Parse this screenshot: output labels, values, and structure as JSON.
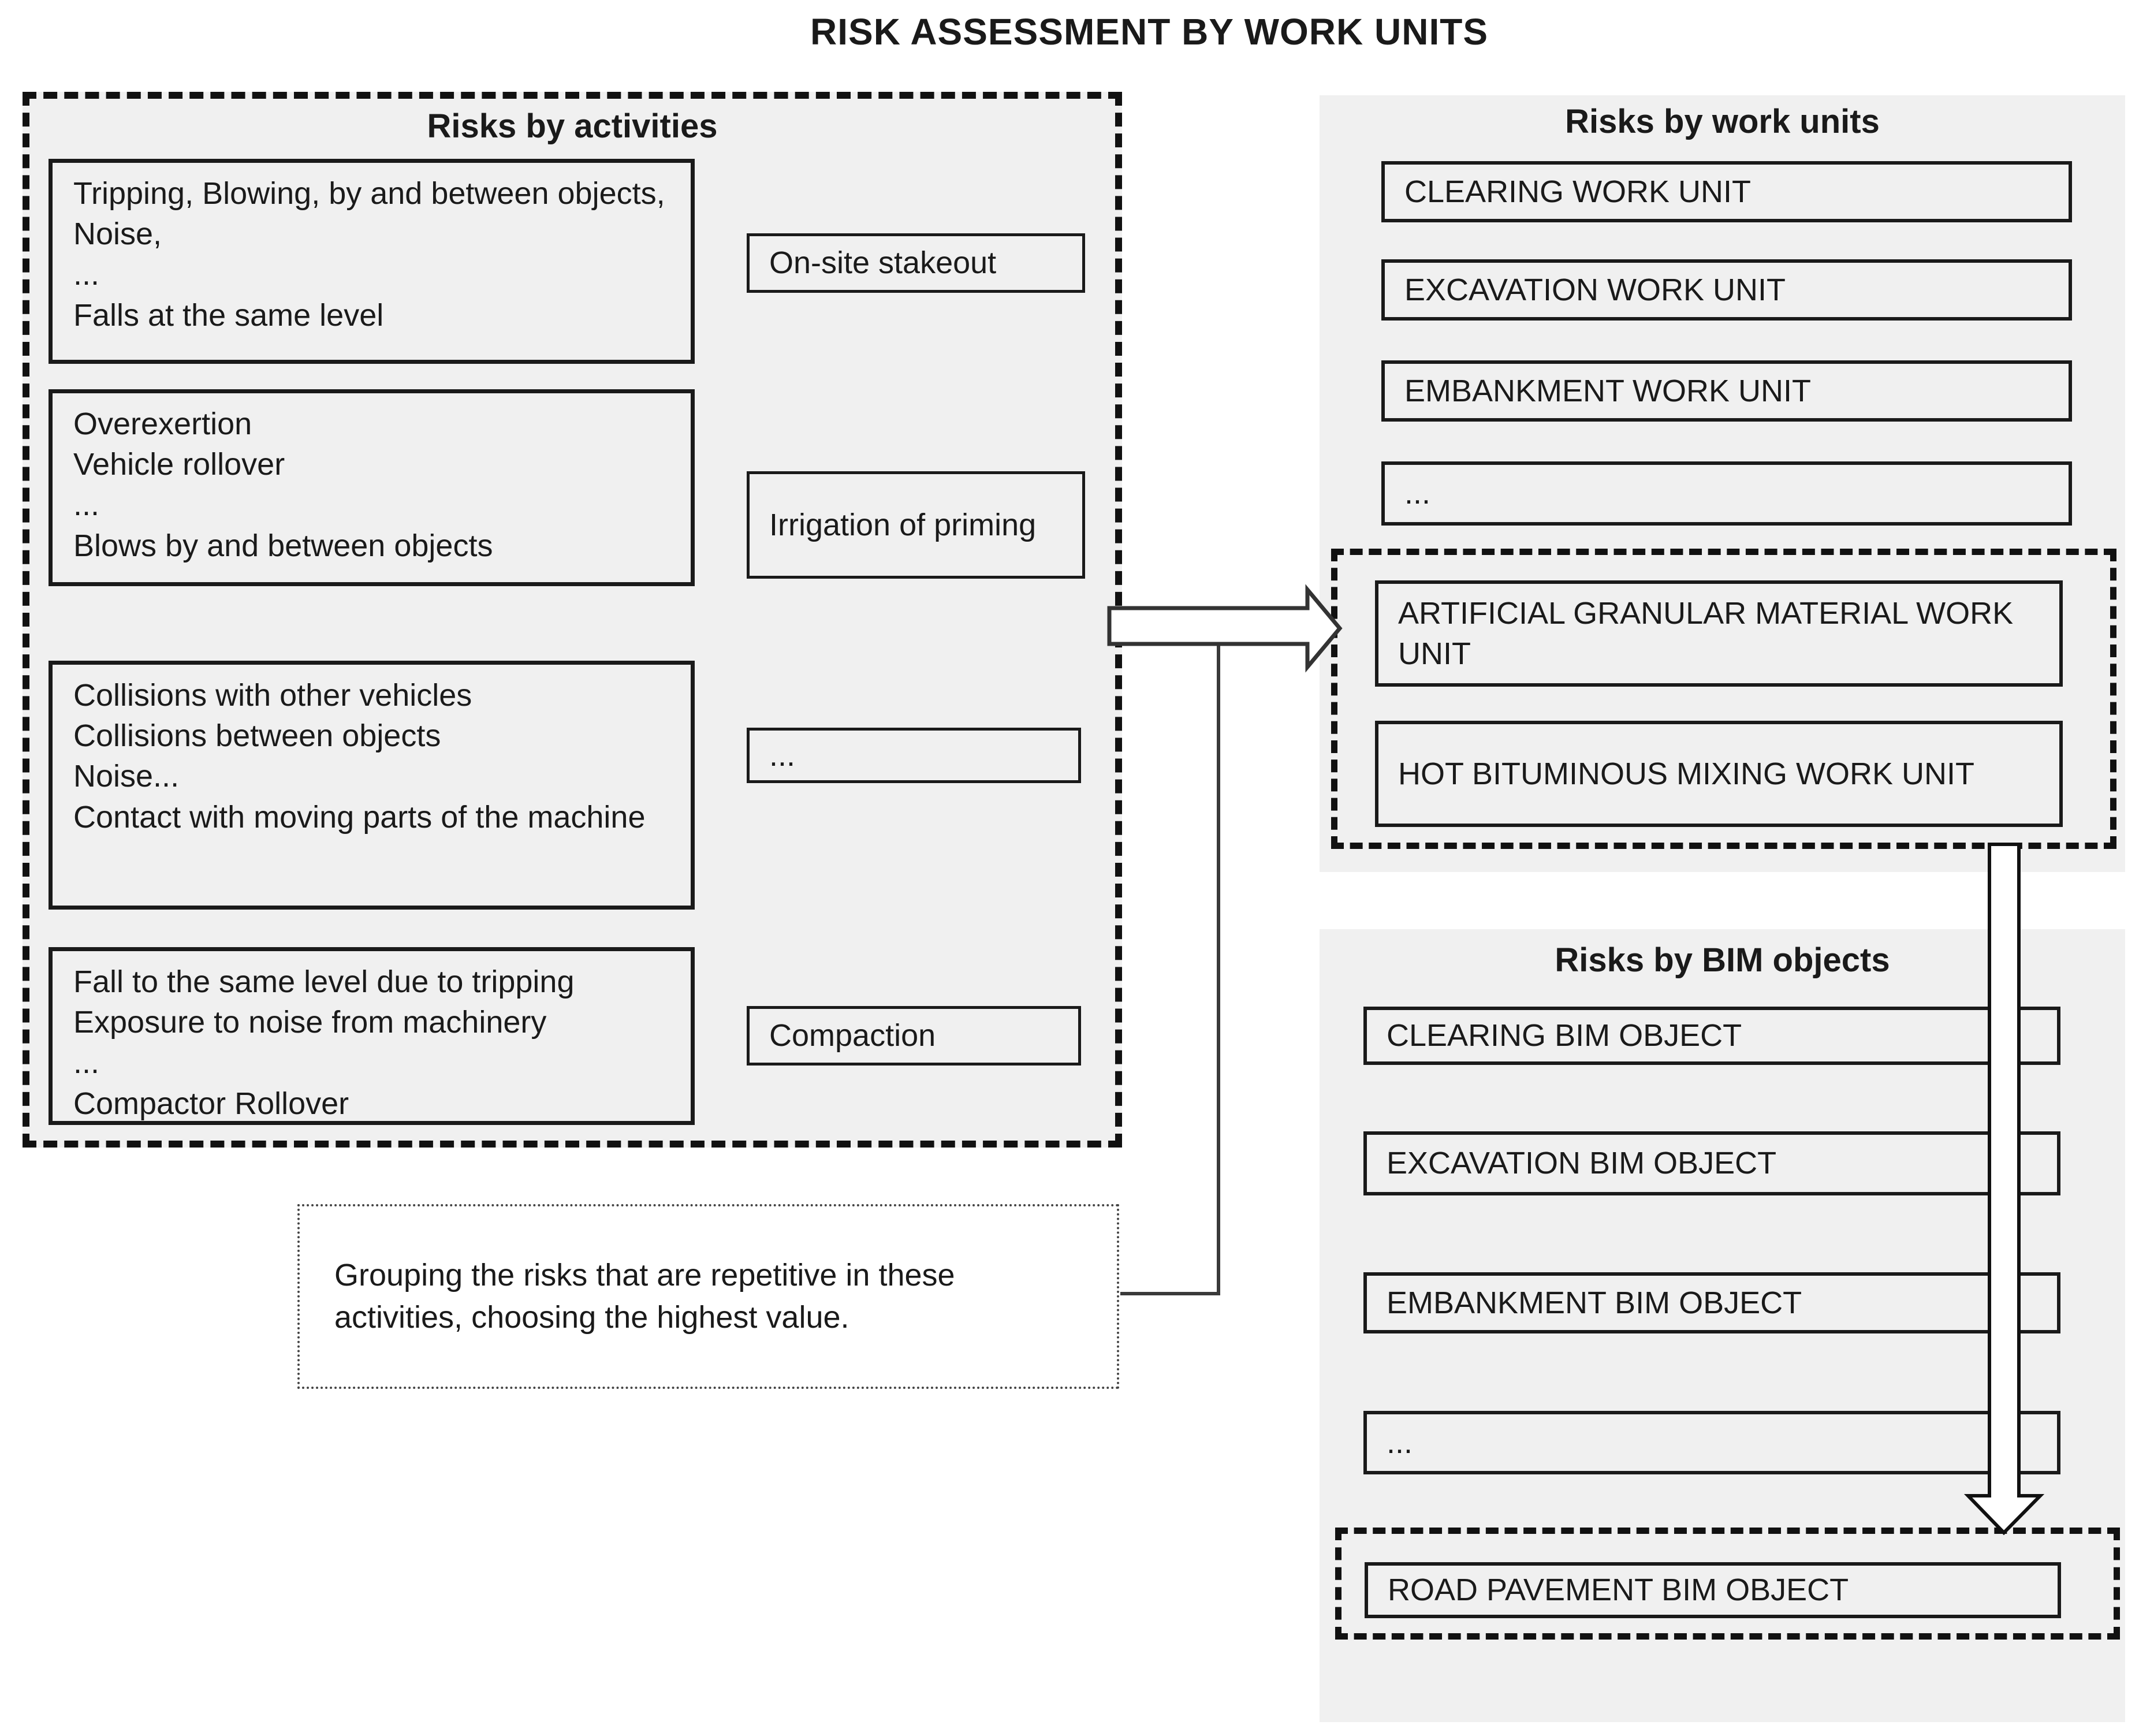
{
  "title": "RISK ASSESSMENT BY WORK UNITS",
  "activities_panel": {
    "header": "Risks by activities",
    "risk_boxes": [
      "Tripping, Blowing, by and between objects, Noise,\n...\nFalls at the same level",
      "Overexertion\nVehicle rollover\n...\nBlows by and between objects",
      "Collisions with other vehicles\nCollisions between objects\nNoise...\nContact with moving parts of the machine",
      "Fall to the same level due to tripping\nExposure to noise from machinery\n...\nCompactor Rollover"
    ],
    "activities": [
      "On-site stakeout",
      "Irrigation of priming",
      "...",
      "Compaction"
    ]
  },
  "work_units_panel": {
    "header": "Risks by work units",
    "units": [
      "CLEARING WORK UNIT",
      "EXCAVATION WORK UNIT",
      "EMBANKMENT WORK UNIT",
      "..."
    ],
    "grouped_units": [
      "ARTIFICIAL GRANULAR MATERIAL WORK UNIT",
      "HOT BITUMINOUS MIXING WORK UNIT"
    ]
  },
  "bim_panel": {
    "header": "Risks by BIM objects",
    "objects": [
      "CLEARING BIM OBJECT",
      "EXCAVATION BIM OBJECT",
      "EMBANKMENT BIM OBJECT",
      "..."
    ],
    "highlighted_object": "ROAD PAVEMENT BIM OBJECT"
  },
  "note": "Grouping the risks that are repetitive in these activities, choosing the highest value.",
  "colors": {
    "panel_bg": "#f0f0f0",
    "border": "#1a1a1a",
    "note_bg": "#ffffff"
  }
}
